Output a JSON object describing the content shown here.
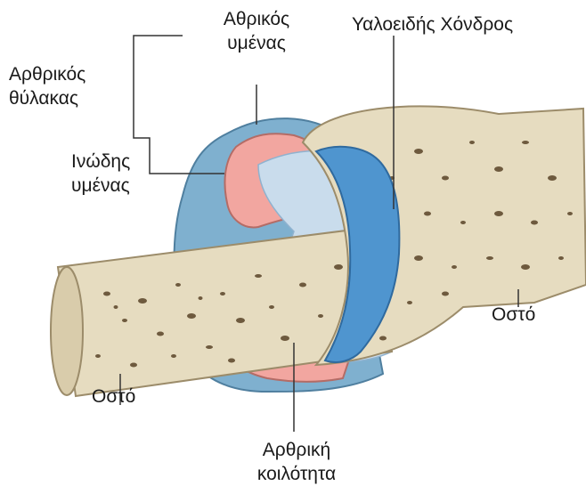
{
  "labels": {
    "joint_capsule": [
      "Αρθρικός",
      "θύλακας"
    ],
    "synovial_membrane": [
      "Αθρικός",
      "υμένας"
    ],
    "fibrous_membrane": [
      "Ινώδης",
      "υμένας"
    ],
    "hyaline_cartilage": "Υαλοειδής Χόνδρος",
    "bone_left": "Οστό",
    "bone_right": "Οστό",
    "joint_cavity": [
      "Αρθρική",
      "κοιλότητα"
    ]
  },
  "colors": {
    "bone_fill": "#e6dcc0",
    "bone_pores": "#6e5a3e",
    "fibrous_capsule": "#7fb0cf",
    "synovial_membrane": "#f2a6a0",
    "cartilage": "#4f95cf",
    "cavity": "#c9dcec",
    "leader_line": "#333333"
  }
}
